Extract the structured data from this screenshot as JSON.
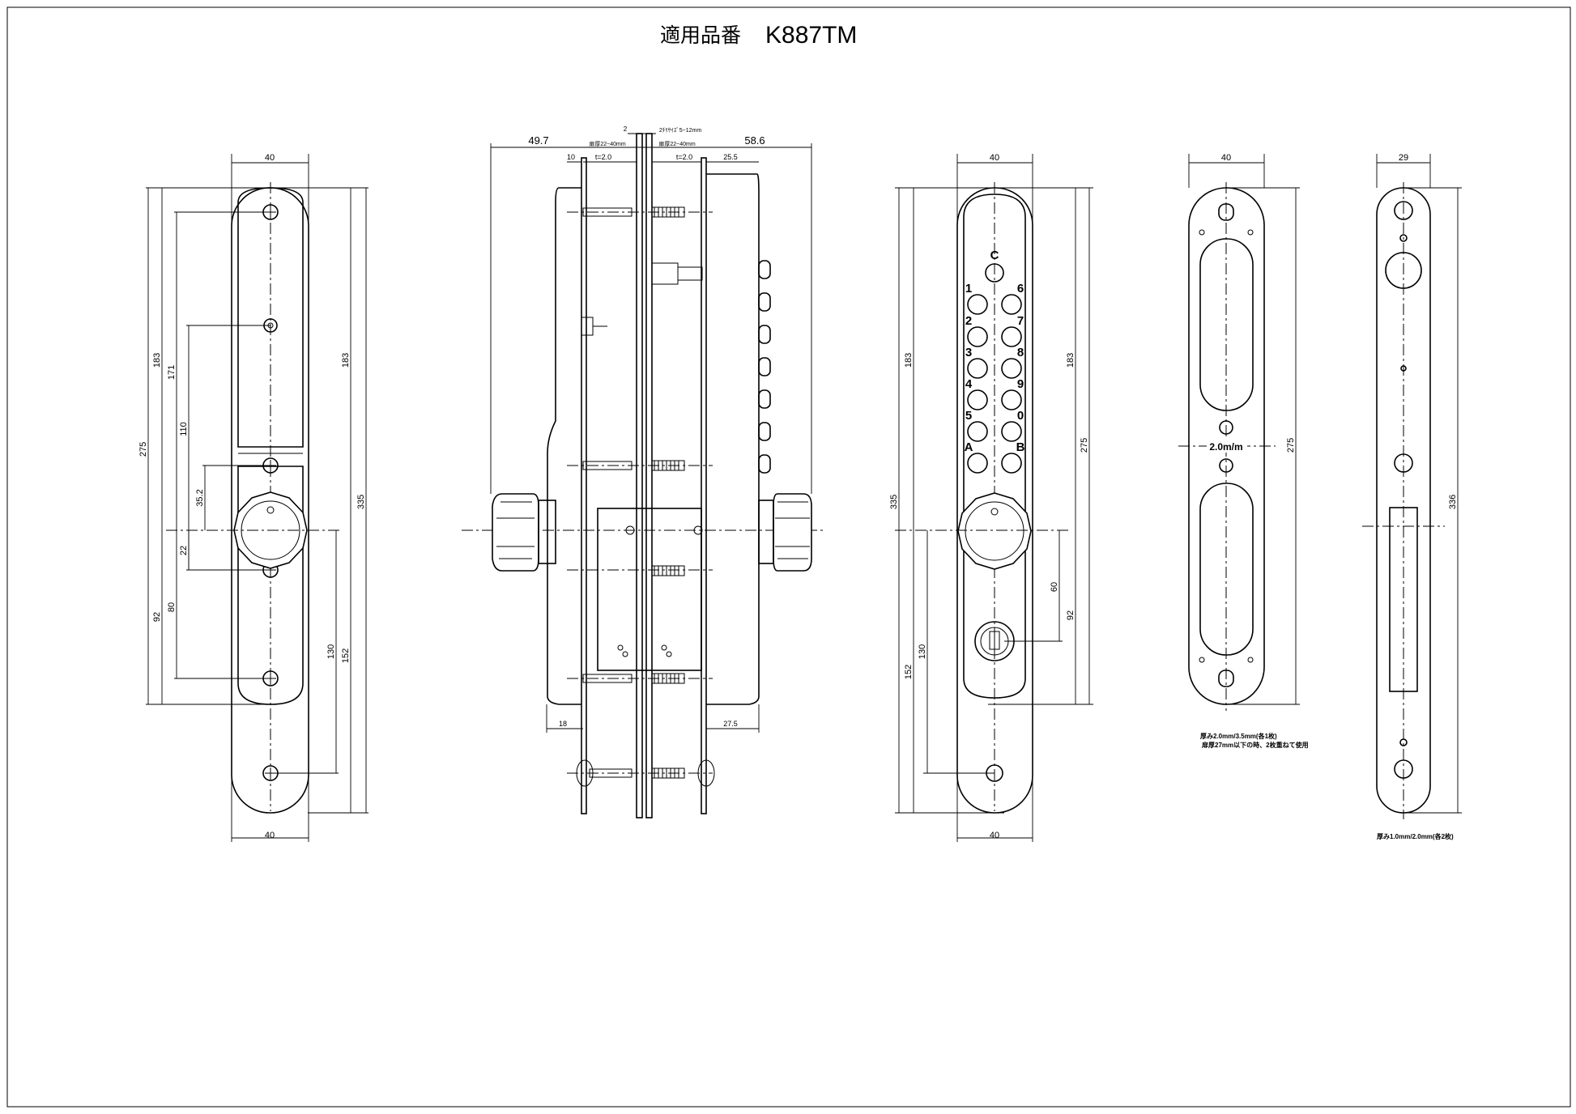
{
  "title": {
    "label": "適用品番",
    "model": "K887TM"
  },
  "front_view": {
    "dims": {
      "width_top": "40",
      "width_bottom": "40",
      "h183_left": "183",
      "h171": "171",
      "h275": "275",
      "h110": "110",
      "h352": "35.2",
      "h22": "22",
      "h92": "92",
      "h80": "80",
      "h183_right": "183",
      "h335": "335",
      "h130": "130",
      "h152": "152"
    }
  },
  "side_view": {
    "dims": {
      "d497": "49.7",
      "d10": "10",
      "t_left": "t=2.0",
      "door_left": "扉厚22~40mm",
      "d2": "2",
      "gap": "2ﾁﾘｻｲｽﾞ5~12mm",
      "door_right": "扉厚22~40mm",
      "t_right": "t=2.0",
      "d586": "58.6",
      "d255": "25.5",
      "d18": "18",
      "d275": "27.5"
    }
  },
  "keypad_view": {
    "keys": [
      {
        "id": "C",
        "label": "C"
      },
      {
        "id": "1",
        "label": "1"
      },
      {
        "id": "6",
        "label": "6"
      },
      {
        "id": "2",
        "label": "2"
      },
      {
        "id": "7",
        "label": "7"
      },
      {
        "id": "3",
        "label": "3"
      },
      {
        "id": "8",
        "label": "8"
      },
      {
        "id": "4",
        "label": "4"
      },
      {
        "id": "9",
        "label": "9"
      },
      {
        "id": "5",
        "label": "5"
      },
      {
        "id": "0",
        "label": "0"
      },
      {
        "id": "A",
        "label": "A"
      },
      {
        "id": "B",
        "label": "B"
      }
    ],
    "dims": {
      "width_top": "40",
      "width_bottom": "40",
      "h183_left": "183",
      "h335": "335",
      "h183_right": "183",
      "h275": "275",
      "h60": "60",
      "h92": "92",
      "h152": "152",
      "h130": "130"
    }
  },
  "backplate_view": {
    "dims": {
      "width": "40",
      "h275": "275"
    },
    "label": "2.0m/m",
    "note_line1": "厚み2.0mm/3.5mm(各1枚)",
    "note_line2": "扉厚27mm以下の時、2枚重ねて使用"
  },
  "strike_view": {
    "dims": {
      "width": "29",
      "h336": "336"
    },
    "note": "厚み1.0mm/2.0mm(各2枚)"
  }
}
